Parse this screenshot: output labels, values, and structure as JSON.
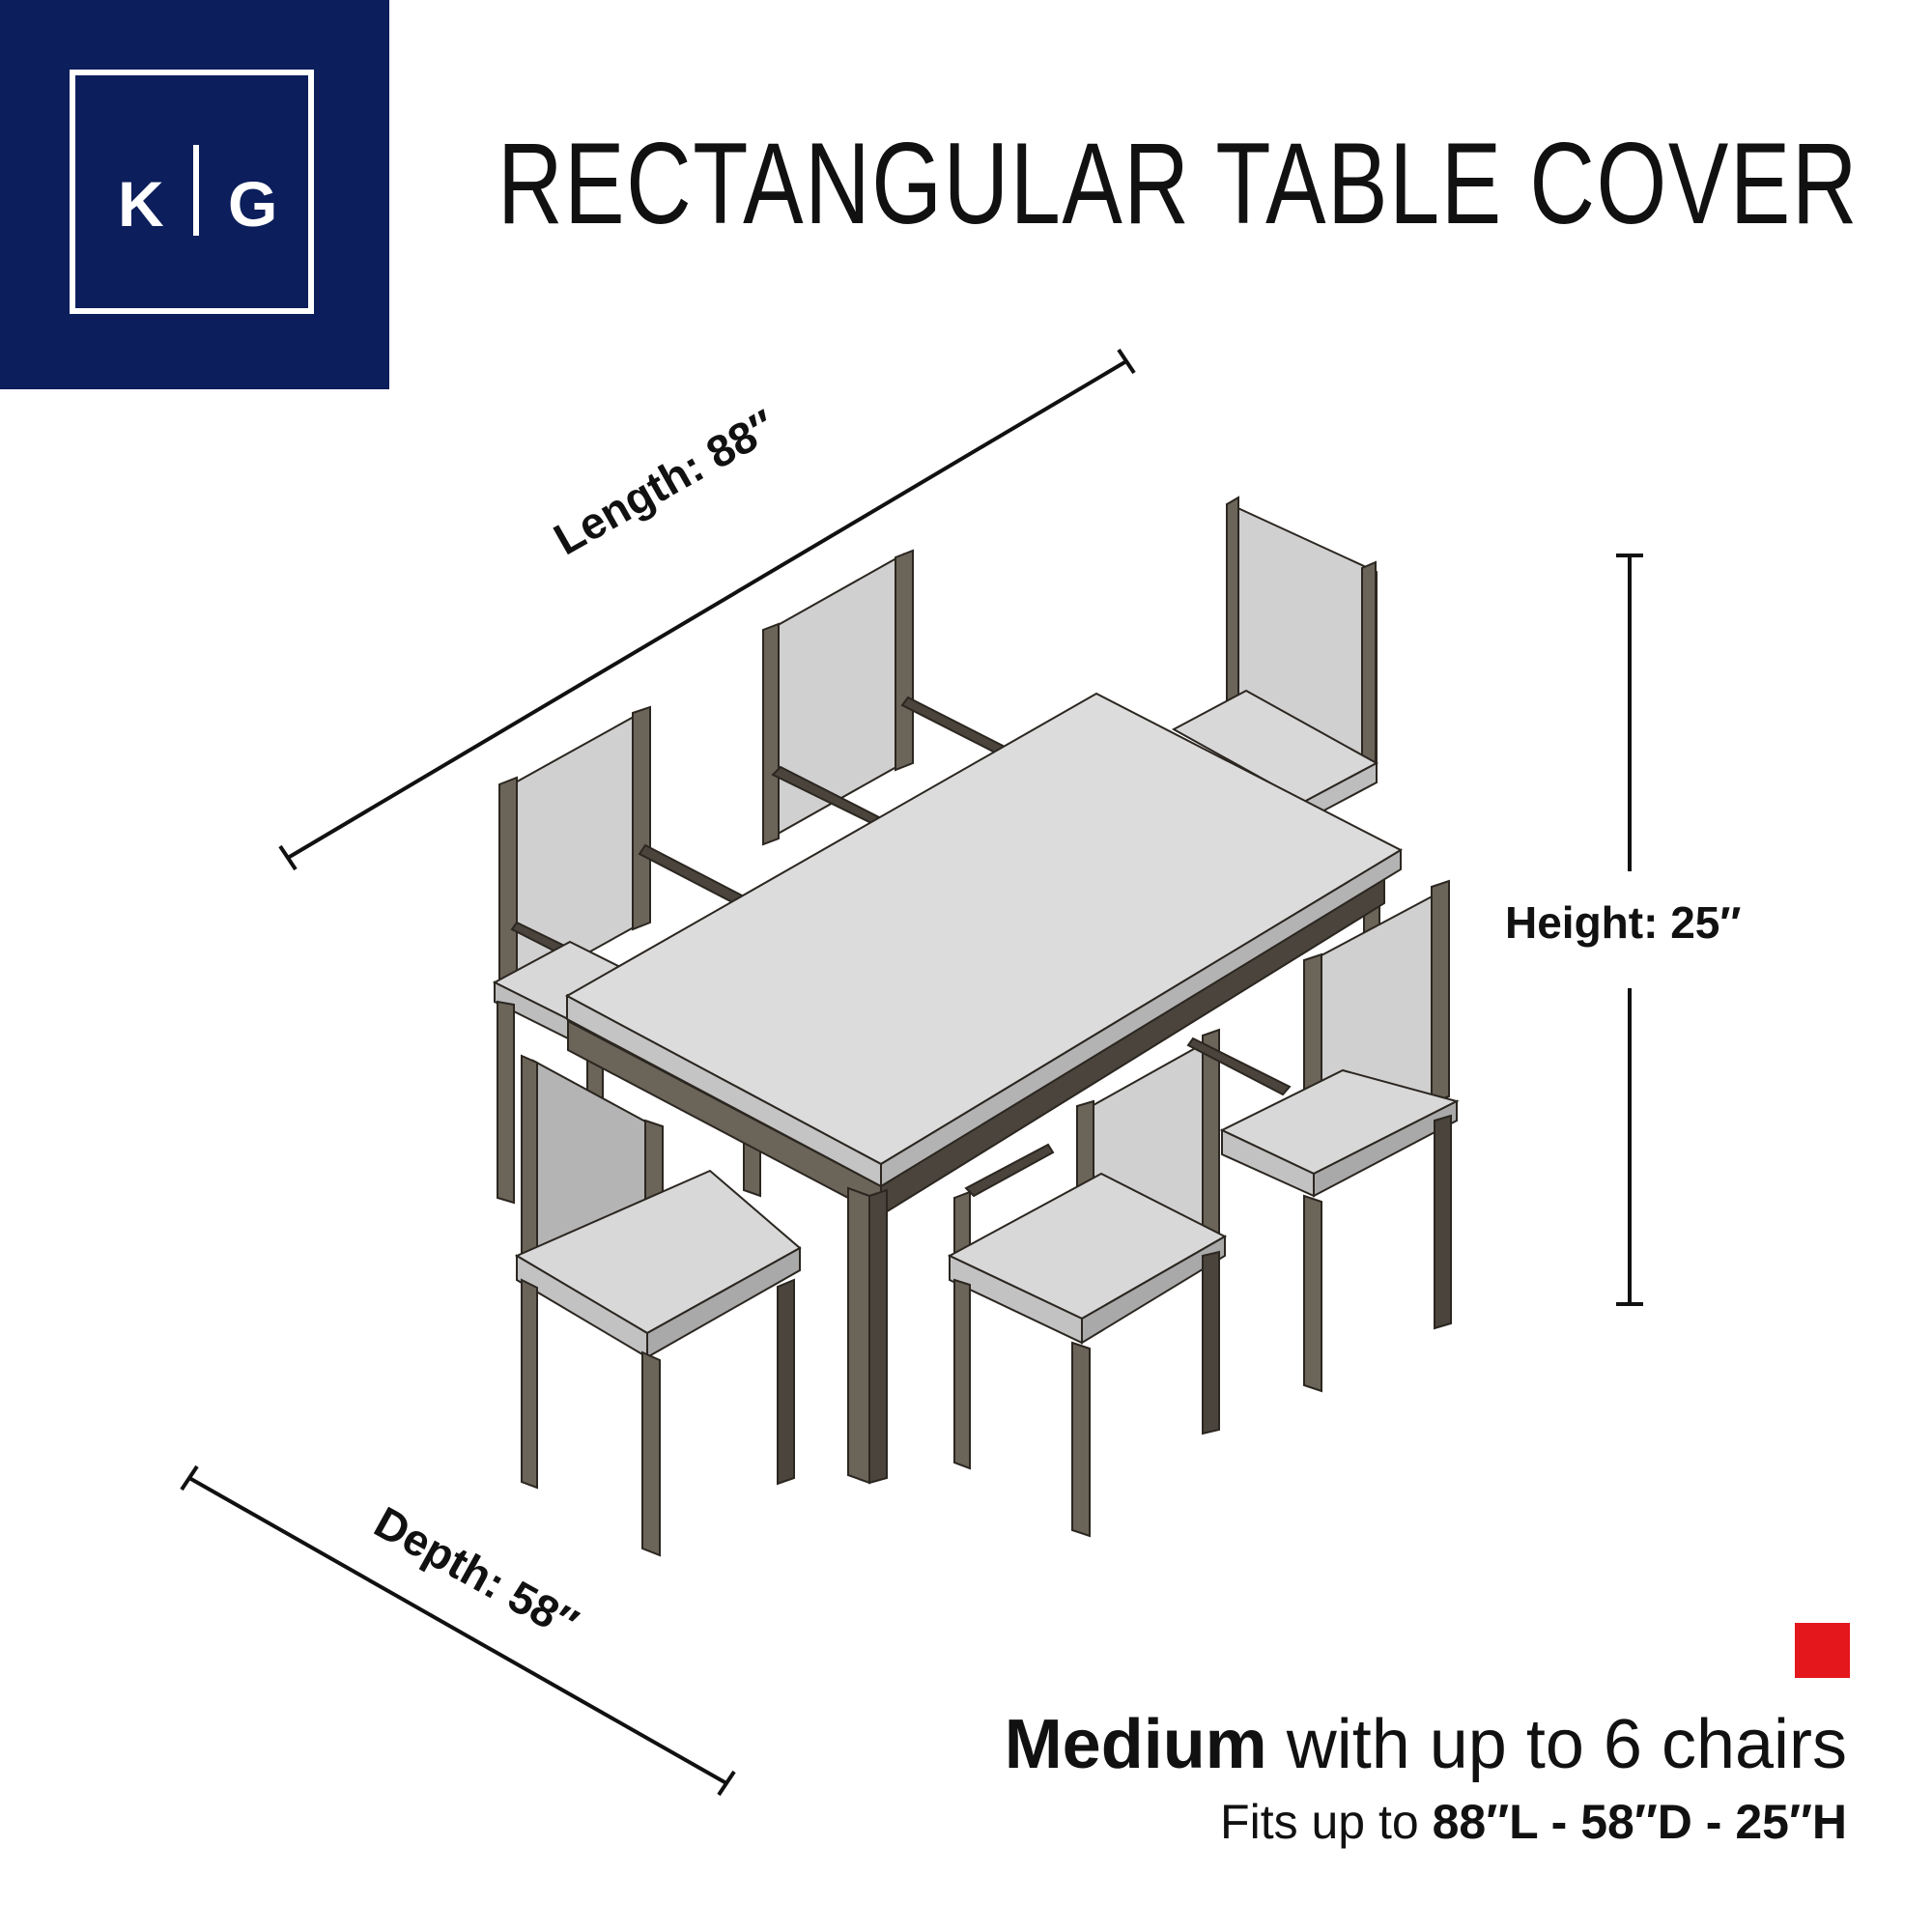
{
  "logo": {
    "letter_left": "K",
    "letter_right": "G",
    "background": "#0c1e5b"
  },
  "title": "RECTANGULAR TABLE  COVER",
  "dimensions": {
    "length": "Length: 88″",
    "depth": "Depth: 58″",
    "height": "Height: 25″"
  },
  "size_badge": {
    "color": "#e3171c"
  },
  "summary": {
    "size_name": "Medium",
    "size_desc": " with up to 6 chairs",
    "fits_prefix": "Fits up to ",
    "fits_dims": "88″L - 58″D - 25″H"
  },
  "illustration": {
    "table_top": "#dcdcdc",
    "frame": "#6b6459",
    "frame_dark": "#4a443c",
    "seat": "#d8d8d8",
    "back": "#c9c9c9"
  }
}
